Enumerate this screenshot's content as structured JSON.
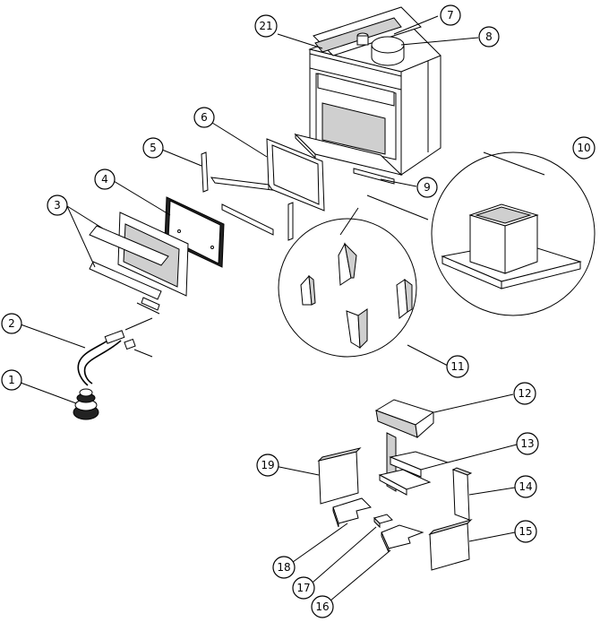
{
  "diagram": {
    "callouts": [
      {
        "id": "1",
        "label": "1"
      },
      {
        "id": "2",
        "label": "2"
      },
      {
        "id": "3",
        "label": "3"
      },
      {
        "id": "4",
        "label": "4"
      },
      {
        "id": "5",
        "label": "5"
      },
      {
        "id": "6",
        "label": "6"
      },
      {
        "id": "7",
        "label": "7"
      },
      {
        "id": "8",
        "label": "8"
      },
      {
        "id": "9",
        "label": "9"
      },
      {
        "id": "10",
        "label": "10"
      },
      {
        "id": "11",
        "label": "11"
      },
      {
        "id": "12",
        "label": "12"
      },
      {
        "id": "13",
        "label": "13"
      },
      {
        "id": "14",
        "label": "14"
      },
      {
        "id": "15",
        "label": "15"
      },
      {
        "id": "16",
        "label": "16"
      },
      {
        "id": "17",
        "label": "17"
      },
      {
        "id": "18",
        "label": "18"
      },
      {
        "id": "19",
        "label": "19"
      },
      {
        "id": "21",
        "label": "21"
      }
    ]
  }
}
